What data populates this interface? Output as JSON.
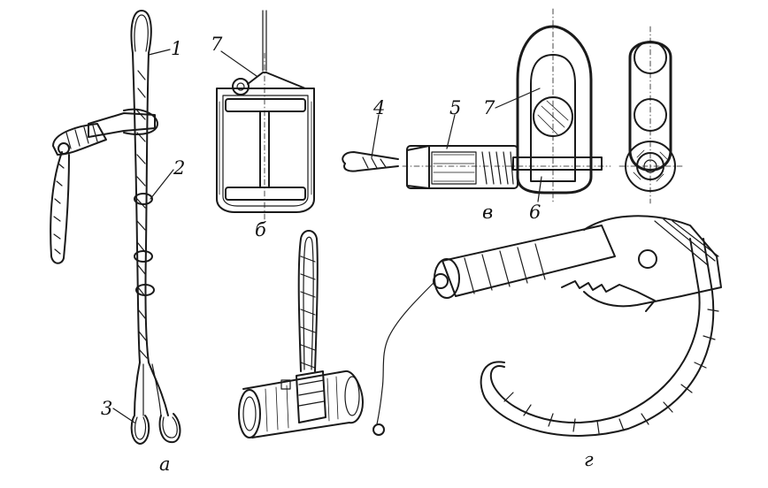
{
  "labels": {
    "n1": "1",
    "n2": "2",
    "n3": "3",
    "n4": "4",
    "n5": "5",
    "n6": "6",
    "n7a": "7",
    "n7b": "7",
    "fig_a": "а",
    "fig_b": "б",
    "fig_v": "в",
    "fig_g": "г"
  },
  "colors": {
    "ink": "#1a1a1a",
    "paper": "#ffffff"
  }
}
